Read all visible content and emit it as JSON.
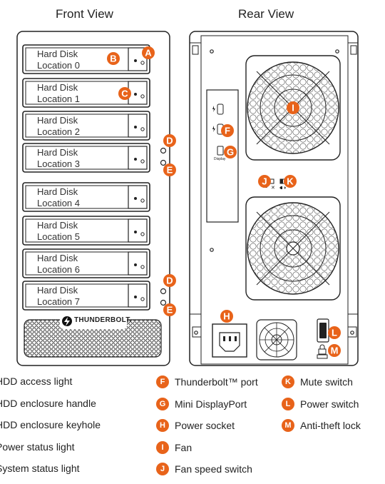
{
  "front_title": "Front View",
  "rear_title": "Rear View",
  "front_brand": "THUNDERBOLT.",
  "rear_port_label": "Display",
  "disks": [
    {
      "line1": "Hard Disk",
      "line2": "Location 0"
    },
    {
      "line1": "Hard Disk",
      "line2": "Location 1"
    },
    {
      "line1": "Hard Disk",
      "line2": "Location 2"
    },
    {
      "line1": "Hard Disk",
      "line2": "Location 3"
    },
    {
      "line1": "Hard Disk",
      "line2": "Location 4"
    },
    {
      "line1": "Hard Disk",
      "line2": "Location 5"
    },
    {
      "line1": "Hard Disk",
      "line2": "Location 6"
    },
    {
      "line1": "Hard Disk",
      "line2": "Location 7"
    }
  ],
  "callouts": {
    "A": "A",
    "B": "B",
    "C": "C",
    "D": "D",
    "E": "E",
    "F": "F",
    "G": "G",
    "H": "H",
    "I": "I",
    "J": "J",
    "K": "K",
    "L": "L",
    "M": "M"
  },
  "legend": [
    {
      "letter": "",
      "text": "HDD access light"
    },
    {
      "letter": "",
      "text": "HDD enclosure handle"
    },
    {
      "letter": "",
      "text": "HDD enclosure keyhole"
    },
    {
      "letter": "",
      "text": "Power status light"
    },
    {
      "letter": "",
      "text": "System status light"
    },
    {
      "letter": "F",
      "text": "Thunderbolt™ port"
    },
    {
      "letter": "G",
      "text": "Mini DisplayPort"
    },
    {
      "letter": "H",
      "text": "Power socket"
    },
    {
      "letter": "I",
      "text": "Fan"
    },
    {
      "letter": "J",
      "text": "Fan speed switch"
    },
    {
      "letter": "K",
      "text": "Mute switch"
    },
    {
      "letter": "L",
      "text": "Power switch"
    },
    {
      "letter": "M",
      "text": "Anti-theft lock"
    }
  ],
  "colors": {
    "accent": "#e8631a",
    "outline": "#222222"
  }
}
